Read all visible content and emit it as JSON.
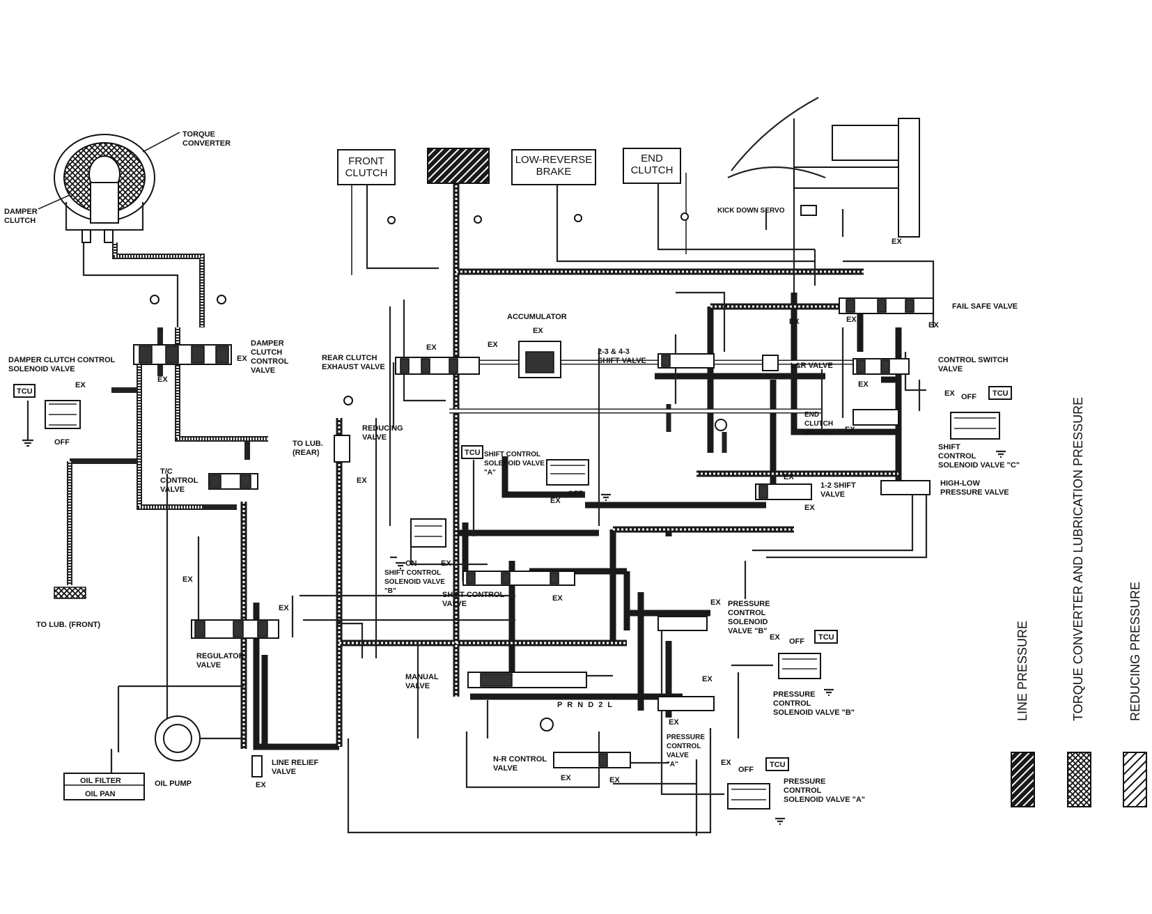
{
  "components": {
    "torque_converter": "TORQUE\nCONVERTER",
    "damper_clutch": "DAMPER\nCLUTCH",
    "damper_clutch_control_solenoid": "DAMPER CLUTCH CONTROL\nSOLENOID VALVE",
    "damper_clutch_control_valve": "DAMPER\nCLUTCH\nCONTROL\nVALVE",
    "tc_control_valve": "T/C\nCONTROL\nVALVE",
    "to_lub_rear": "TO LUB.\n(REAR)",
    "to_lub_front": "TO LUB. (FRONT)",
    "regulator_valve": "REGULATOR\nVALVE",
    "line_relief_valve": "LINE RELIEF\nVALVE",
    "oil_pump": "OIL PUMP",
    "oil_filter": "OIL FILTER",
    "oil_pan": "OIL PAN",
    "reducing_valve": "REDUCING\nVALVE",
    "rear_clutch_exhaust_valve": "REAR CLUTCH\nEXHAUST VALVE",
    "accumulator": "ACCUMULATOR",
    "shift_valve_23_43": "2-3 & 4-3\nSHIFT VALVE",
    "shift_control_solenoid_a": "SHIFT CONTROL\nSOLENOID VALVE\n\"A\"",
    "shift_control_solenoid_b": "SHIFT CONTROL\nSOLENOID VALVE\n\"B\"",
    "shift_control_valve": "SHIFT CONTROL\nVALVE",
    "manual_valve": "MANUAL\nVALVE",
    "gear_positions": "P R N D 2 L",
    "nr_control_valve": "N-R CONTROL\nVALVE",
    "kick_down_servo": "KICK DOWN SERVO",
    "fail_safe_valve": "FAIL SAFE VALVE",
    "lr_valve": "L&R VALVE",
    "end_clutch_valve": "END\nCLUTCH\nVALVE",
    "control_switch_valve": "CONTROL SWITCH\nVALVE",
    "shift_control_solenoid_c": "SHIFT\nCONTROL\nSOLENOID VALVE \"C\"",
    "shift_valve_12": "1-2 SHIFT\nVALVE",
    "high_low_pressure_valve": "HIGH-LOW\nPRESSURE VALVE",
    "pressure_control_solenoid_b_upper": "PRESSURE\nCONTROL\nSOLENOID\nVALVE \"B\"",
    "pressure_control_solenoid_b": "PRESSURE\nCONTROL\nSOLENOID VALVE \"B\"",
    "pressure_control_valve_a": "PRESSURE\nCONTROL\nVALVE\n\"A\"",
    "pressure_control_solenoid_a": "PRESSURE\nCONTROL\nSOLENOID VALVE \"A\""
  },
  "boxes": {
    "front_clutch": "FRONT\nCLUTCH",
    "low_reverse_brake": "LOW-REVERSE\nBRAKE",
    "end_clutch": "END\nCLUTCH"
  },
  "markers": {
    "ex": "EX",
    "off": "OFF",
    "on": "ON",
    "tcu": "TCU"
  },
  "legend": [
    {
      "label": "LINE PRESSURE",
      "pattern": "line"
    },
    {
      "label": "TORQUE CONVERTER AND LUBRICATION PRESSURE",
      "pattern": "tc"
    },
    {
      "label": "REDUCING PRESSURE",
      "pattern": "reducing"
    }
  ]
}
